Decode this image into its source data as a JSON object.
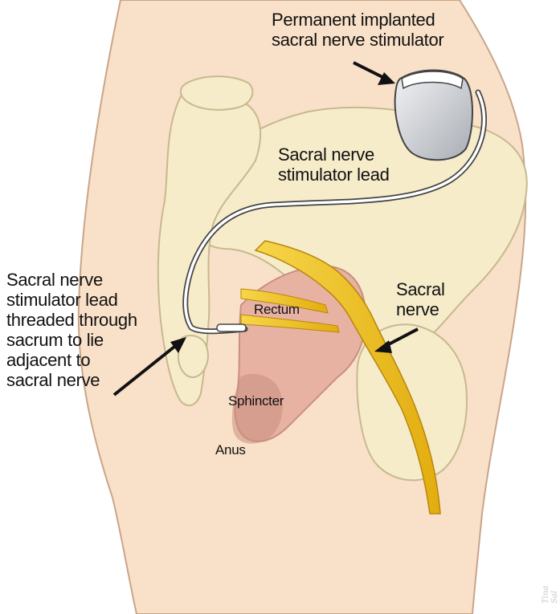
{
  "labels": {
    "implant": "Permanent implanted\nsacral nerve stimulator",
    "lead": "Sacral nerve\nstimulator lead",
    "threaded": "Sacral nerve\nstimulator lead\nthreaded through\nsacrum to lie\nadjacent to\nsacral nerve",
    "sacral_nerve": "Sacral\nnerve",
    "rectum": "Rectum",
    "sphincter": "Sphincter",
    "anus": "Anus"
  },
  "signature": "Tina Sal",
  "colors": {
    "skin": "#f9e0c8",
    "skin_outline": "#c9a58a",
    "bone": "#f6ecca",
    "bone_outline": "#c7b98e",
    "nerve": "#f2c318",
    "nerve_outline": "#b8860b",
    "rectum": "#e7b2a2",
    "rectum_dark": "#c98f80",
    "device": "#d6d8dc",
    "lead": "#ffffff",
    "lead_outline": "#444444",
    "arrow": "#111111"
  }
}
